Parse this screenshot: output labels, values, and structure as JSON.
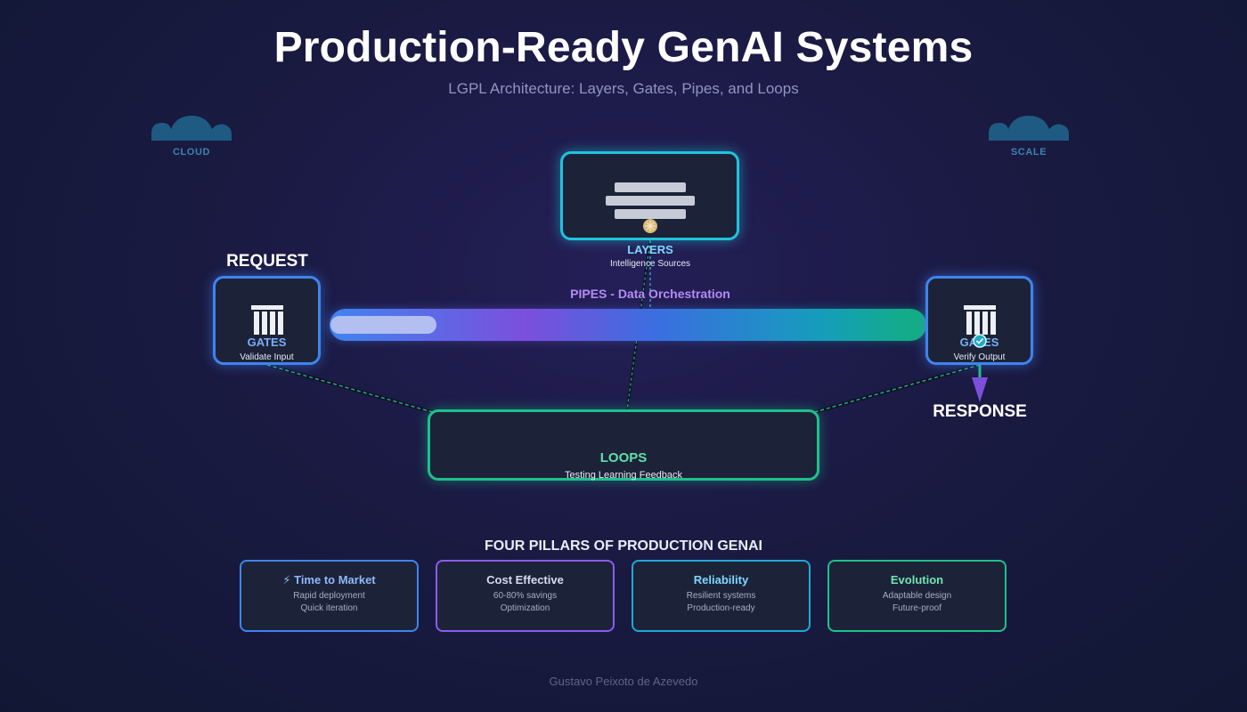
{
  "header": {
    "title": "Production-Ready GenAI Systems",
    "subtitle": "LGPL Architecture: Layers, Gates, Pipes, and Loops"
  },
  "decor": {
    "cloud_left_label": "CLOUD",
    "cloud_right_label": "SCALE"
  },
  "nodes": {
    "layers": {
      "title": "LAYERS",
      "subtitle": "Intelligence Sources"
    },
    "gates_in": {
      "title": "GATES",
      "subtitle": "Validate Input"
    },
    "gates_out": {
      "title": "GATES",
      "subtitle": "Verify Output"
    },
    "pipes": {
      "label": "PIPES - Data Orchestration"
    },
    "loops": {
      "title": "LOOPS",
      "subtitle": "Testing Learning Feedback"
    }
  },
  "flow": {
    "request_label": "REQUEST",
    "response_label": "RESPONSE"
  },
  "pillars": {
    "heading": "FOUR PILLARS OF PRODUCTION GENAI",
    "items": [
      {
        "title": "⚡ Time to Market",
        "line1": "Rapid deployment",
        "line2": "Quick iteration"
      },
      {
        "title": "Cost Effective",
        "line1": "60-80% savings",
        "line2": "Optimization"
      },
      {
        "title": "Reliability",
        "line1": "Resilient systems",
        "line2": "Production-ready"
      },
      {
        "title": "Evolution",
        "line1": "Adaptable design",
        "line2": "Future-proof"
      }
    ]
  },
  "footer": {
    "author": "Gustavo Peixoto de Azevedo"
  },
  "colors": {
    "layers": "#1fc4dc",
    "gates": "#3f84f0",
    "loops": "#1fc08a",
    "pipes": "#8b5cf0"
  }
}
